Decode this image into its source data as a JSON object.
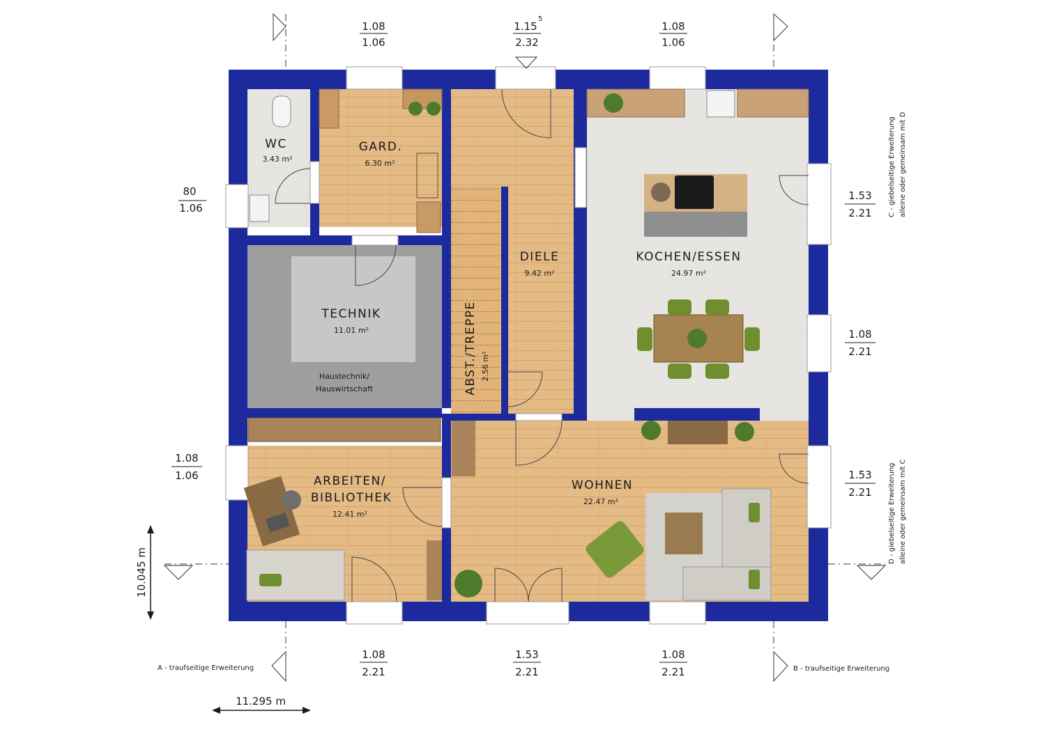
{
  "rooms": {
    "wc": {
      "name": "WC",
      "area": "3.43 m²"
    },
    "gard": {
      "name": "GARD.",
      "area": "6.30 m²"
    },
    "diele": {
      "name": "DIELE",
      "area": "9.42 m²"
    },
    "kochen": {
      "name": "KOCHEN/ESSEN",
      "area": "24.97 m²"
    },
    "technik": {
      "name": "TECHNIK",
      "area": "11.01 m²",
      "note1": "Haustechnik/",
      "note2": "Hauswirtschaft"
    },
    "abst": {
      "name": "ABST./TREPPE",
      "area": "2.56 m²"
    },
    "arbeiten": {
      "name1": "ARBEITEN/",
      "name2": "BIBLIOTHEK",
      "area": "12.41 m²"
    },
    "wohnen": {
      "name": "WOHNEN",
      "area": "22.47 m²"
    }
  },
  "dimensions": {
    "top_left": {
      "top": "1.08",
      "bottom": "1.06"
    },
    "top_mid": {
      "top": "1.15",
      "sup": "5",
      "bottom": "2.32"
    },
    "top_right": {
      "top": "1.08",
      "bottom": "1.06"
    },
    "left_upper": {
      "top": "80",
      "bottom": "1.06"
    },
    "left_lower": {
      "top": "1.08",
      "bottom": "1.06"
    },
    "right_1": {
      "top": "1.53",
      "bottom": "2.21"
    },
    "right_2": {
      "top": "1.08",
      "bottom": "2.21"
    },
    "right_3": {
      "top": "1.53",
      "bottom": "2.21"
    },
    "bottom_left": {
      "top": "1.08",
      "bottom": "2.21"
    },
    "bottom_mid": {
      "top": "1.53",
      "bottom": "2.21"
    },
    "bottom_right": {
      "top": "1.08",
      "bottom": "2.21"
    },
    "depth": "10.045 m",
    "width": "11.295 m"
  },
  "extensions": {
    "a": "A - traufseitige Erweiterung",
    "b": "B - traufseitige Erweiterung",
    "c1": "C - giebelseitige Erweiterung",
    "c2": "alleine oder gemeinsam mit D",
    "d1": "D - giebelseitige Erweiterung",
    "d2": "alleine oder gemeinsam mit C"
  },
  "colors": {
    "wall": "#1c2a9e",
    "wood_floor": "#e2b882",
    "tile_floor": "#e6e4df",
    "technik_floor": "#a5a5a5",
    "plant": "#4e7a2c"
  }
}
